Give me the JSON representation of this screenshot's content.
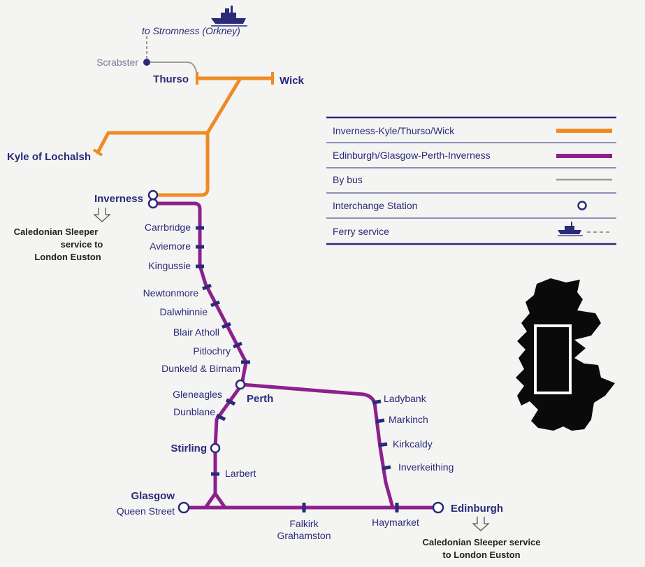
{
  "colors": {
    "north_line": "#f08a24",
    "main_line": "#8e1f8e",
    "bus": "#9a9a9a",
    "text": "#2a2a7a",
    "rule": "#2a2a7a",
    "inset": "#0a0a0a"
  },
  "ferry": {
    "label": "to Stromness (Orkney)",
    "icon": "ferry-icon"
  },
  "stations": {
    "scrabster": "Scrabster",
    "thurso": "Thurso",
    "wick": "Wick",
    "kyle": "Kyle of Lochalsh",
    "inverness": "Inverness",
    "carrbridge": "Carrbridge",
    "aviemore": "Aviemore",
    "kingussie": "Kingussie",
    "newtonmore": "Newtonmore",
    "dalwhinnie": "Dalwhinnie",
    "blair_atholl": "Blair Atholl",
    "pitlochry": "Pitlochry",
    "dunkeld": "Dunkeld & Birnam",
    "gleneagles": "Gleneagles",
    "perth": "Perth",
    "dunblane": "Dunblane",
    "stirling": "Stirling",
    "larbert": "Larbert",
    "glasgow": "Glasgow",
    "queen_street": "Queen Street",
    "falkirk_1": "Falkirk",
    "falkirk_2": "Grahamston",
    "haymarket": "Haymarket",
    "edinburgh": "Edinburgh",
    "ladybank": "Ladybank",
    "markinch": "Markinch",
    "kirkcaldy": "Kirkcaldy",
    "inverkeithing": "Inverkeithing"
  },
  "sleeper_north": [
    "Caledonian Sleeper",
    "service to",
    "London Euston"
  ],
  "sleeper_south": [
    "Caledonian Sleeper service",
    "to London Euston"
  ],
  "legend": [
    {
      "label": "Inverness-Kyle/Thurso/Wick",
      "kind": "orange-line"
    },
    {
      "label": "Edinburgh/Glasgow-Perth-Inverness",
      "kind": "purple-line"
    },
    {
      "label": "By bus",
      "kind": "bus-line"
    },
    {
      "label": "Interchange Station",
      "kind": "interchange-symbol"
    },
    {
      "label": "Ferry service",
      "kind": "ferry-symbol"
    }
  ]
}
